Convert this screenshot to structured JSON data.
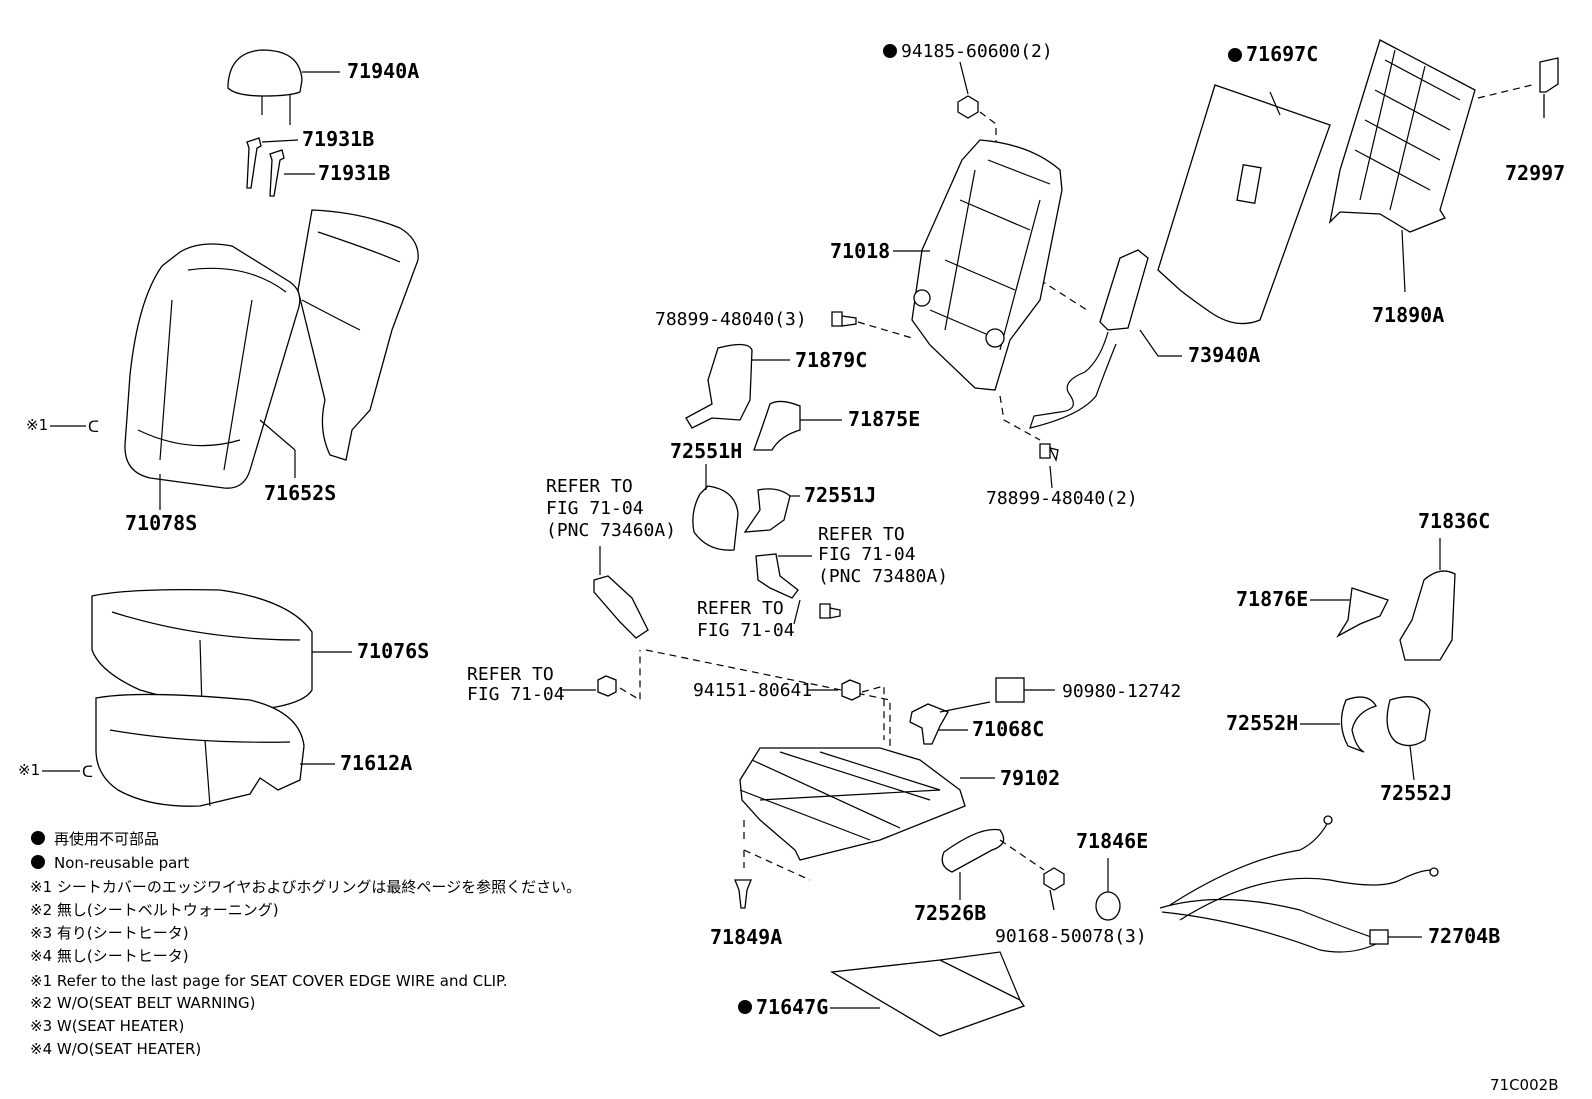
{
  "diagram_code": "71C002B",
  "labels": {
    "p71940A": "71940A",
    "p71931B_1": "71931B",
    "p71931B_2": "71931B",
    "p71078S": "71078S",
    "p71652S": "71652S",
    "note_ref1a": "※1",
    "p71076S": "71076S",
    "p71612A": "71612A",
    "note_ref1b": "※1",
    "p94185": "94185-60600(2)",
    "p71697C": "71697C",
    "p72997": "72997",
    "p71018": "71018",
    "p71890A": "71890A",
    "p78899_3": "78899-48040(3)",
    "p73940A": "73940A",
    "p71879C": "71879C",
    "p71875E": "71875E",
    "p72551H": "72551H",
    "p78899_2": "78899-48040(2)",
    "p72551J": "72551J",
    "refer1_l1": "REFER TO",
    "refer1_l2": "FIG 71-04",
    "refer1_l3": "(PNC 73460A)",
    "refer2_l1": "REFER TO",
    "refer2_l2": "FIG 71-04",
    "refer2_l3": "(PNC 73480A)",
    "refer3_l1": "REFER TO",
    "refer3_l2": "FIG 71-04",
    "refer4_l1": "REFER TO",
    "refer4_l2": "FIG 71-04",
    "p71836C": "71836C",
    "p71876E": "71876E",
    "p94151": "94151-80641",
    "p90980": "90980-12742",
    "p71068C": "71068C",
    "p72552H": "72552H",
    "p79102": "79102",
    "p72552J": "72552J",
    "p71846E": "71846E",
    "p72526B": "72526B",
    "p90168": "90168-50078(3)",
    "p71849A": "71849A",
    "p72704B": "72704B",
    "p71647G": "71647G"
  },
  "notes": [
    "再使用不可部品",
    "Non-reusable part",
    "※1  シートカバーのエッジワイヤおよびホグリングは最終ページを参照ください。",
    "※2  無し(シートベルトウォーニング)",
    "※3  有り(シートヒータ)",
    "※4  無し(シートヒータ)",
    "※1  Refer to the last page for SEAT COVER EDGE WIRE and CLIP.",
    "※2  W/O(SEAT BELT WARNING)",
    "※3  W(SEAT HEATER)",
    "※4  W/O(SEAT HEATER)"
  ]
}
